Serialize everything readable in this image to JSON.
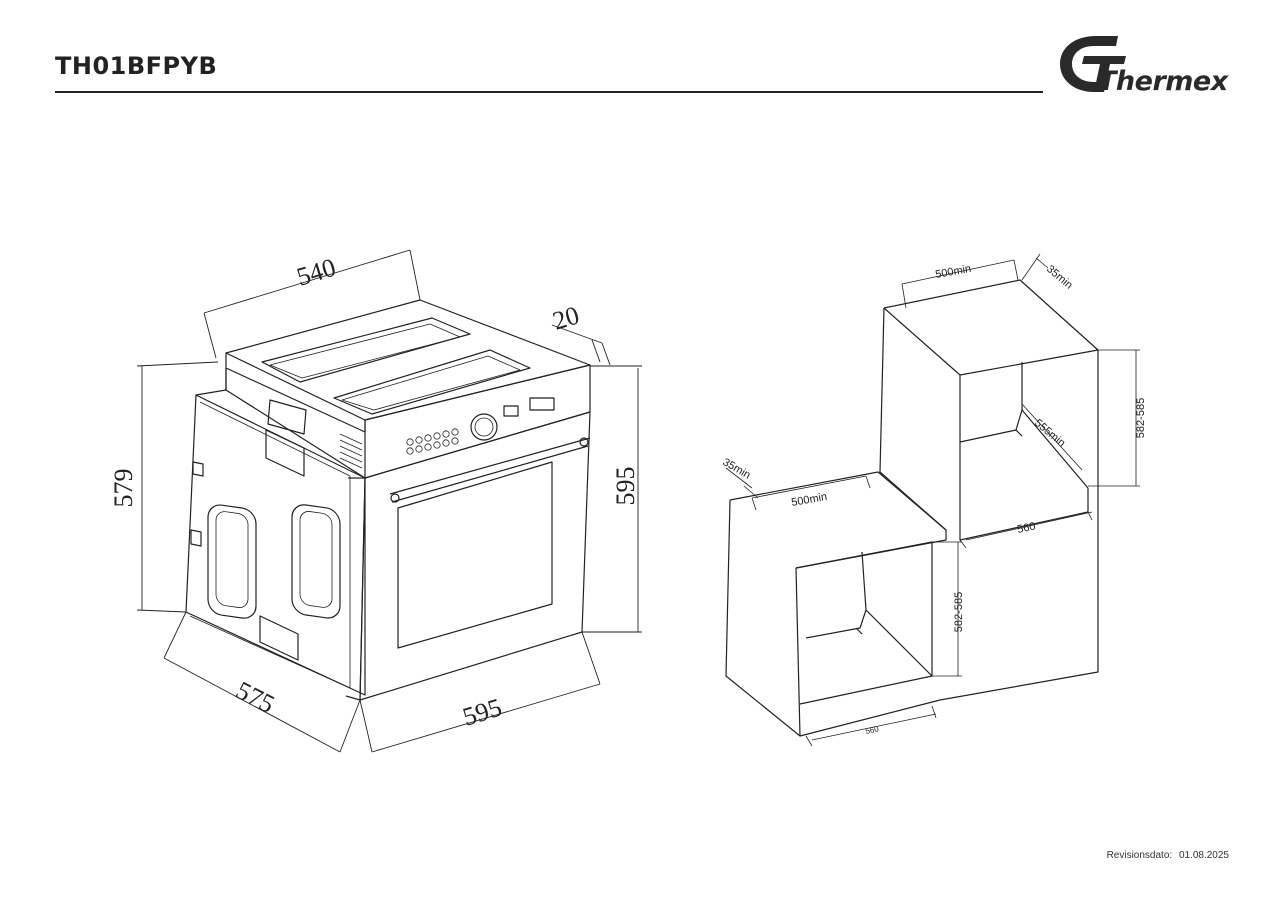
{
  "header": {
    "model": "TH01BFPYB"
  },
  "brand": {
    "logo_text": "Thermex",
    "logo_color": "#2a2a2a"
  },
  "oven_dimensions": {
    "top_depth": "540",
    "front_overhang": "20",
    "side_height": "579",
    "front_height": "595",
    "side_depth": "575",
    "front_width": "595"
  },
  "niche_upper": {
    "top_width": "500min",
    "rear_gap": "35min",
    "height": "582-585",
    "depth": "555min",
    "width": "560"
  },
  "niche_lower": {
    "rear_gap": "35min",
    "top_width": "500min",
    "height": "582-585",
    "width": "560"
  },
  "footer": {
    "revision_label": "Revisionsdato:",
    "revision_date": "01.08.2025"
  }
}
